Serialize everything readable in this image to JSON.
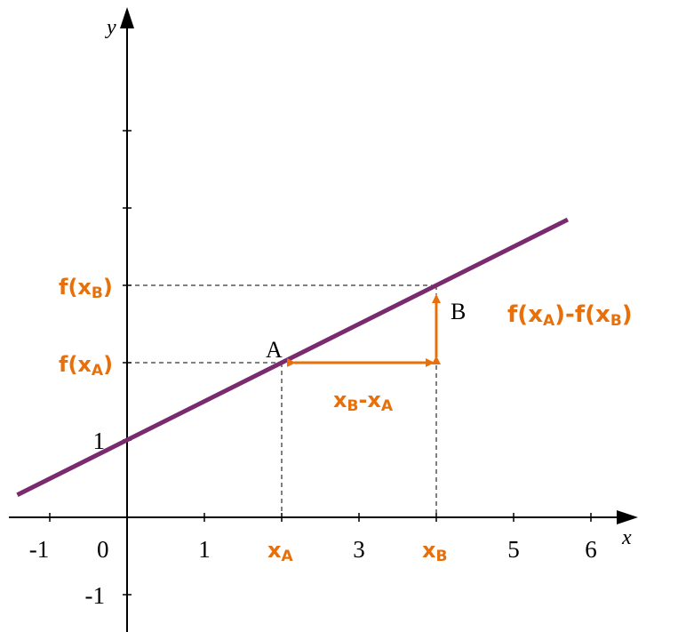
{
  "diagram": {
    "axes": {
      "x_name": "x",
      "y_name": "y",
      "x_tick_labels": [
        {
          "value": -1,
          "text": "-1"
        },
        {
          "value": 0,
          "text": "0"
        },
        {
          "value": 1,
          "text": "1"
        },
        {
          "value": 3,
          "text": "3"
        },
        {
          "value": 5,
          "text": "5"
        },
        {
          "value": 6,
          "text": "6"
        }
      ],
      "y_tick_labels": [
        {
          "value": 1,
          "text": "1"
        },
        {
          "value": -1,
          "text": "-1"
        }
      ]
    },
    "line": {
      "color": "#7a2a6e",
      "slope": 0.5,
      "intercept": 1
    },
    "points": {
      "A": {
        "label": "A",
        "x": 2,
        "y": 2
      },
      "B": {
        "label": "B",
        "x": 4,
        "y": 3
      }
    },
    "labels": {
      "xA": {
        "base": "x",
        "sub": "A"
      },
      "xB": {
        "base": "x",
        "sub": "B"
      },
      "fxA": {
        "prefix": "f(",
        "base": "x",
        "sub": "A",
        "suffix": ")"
      },
      "fxB": {
        "prefix": "f(",
        "base": "x",
        "sub": "B",
        "suffix": ")"
      },
      "dx": {
        "b1": "x",
        "s1": "B",
        "mid": "-",
        "b2": "x",
        "s2": "A"
      },
      "dy": {
        "p1": "f(",
        "b1": "x",
        "s1": "A",
        "mid": ")-f(",
        "b2": "x",
        "s2": "B",
        "suffix": ")"
      }
    },
    "colors": {
      "accent": "#e8700a",
      "axis": "#000000",
      "line": "#7a2a6e"
    }
  }
}
